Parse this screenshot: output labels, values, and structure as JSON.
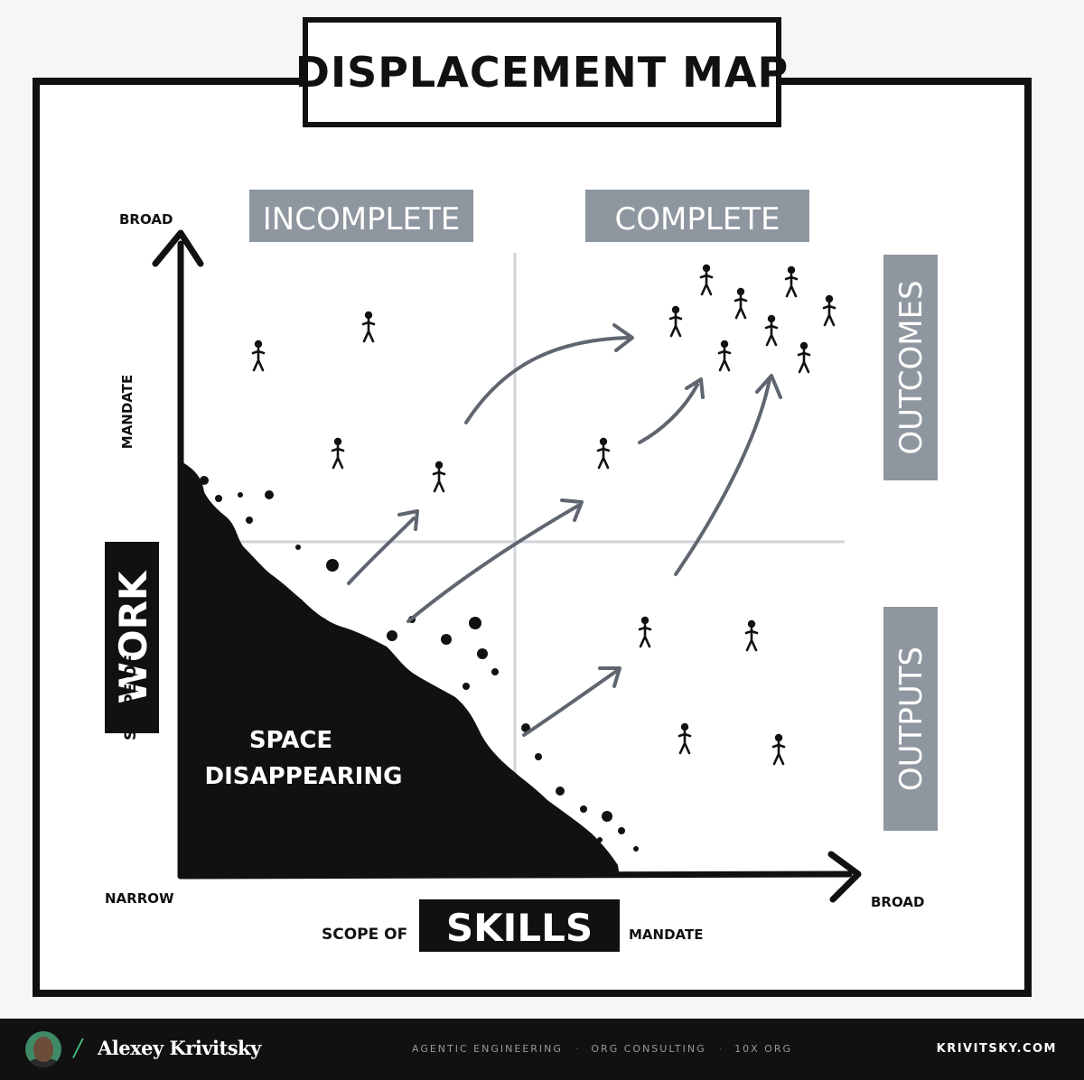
{
  "diagram": {
    "title": "DISPLACEMENT MAP",
    "y_axis": {
      "top_label": "BROAD",
      "prefix": "SCOPE OF",
      "word": "WORK",
      "suffix": "MANDATE"
    },
    "x_axis": {
      "origin_label": "NARROW",
      "end_label": "BROAD",
      "prefix": "SCOPE OF",
      "word": "SKILLS",
      "suffix": "MANDATE"
    },
    "column_labels": [
      "INCOMPLETE",
      "COMPLETE"
    ],
    "row_labels": [
      "OUTCOMES",
      "OUTPUTS"
    ],
    "region_label": [
      "SPACE",
      "DISAPPEARING"
    ],
    "colors": {
      "ink": "#111111",
      "label_box": "#8e969f",
      "divider": "#cfd3d8",
      "arrow": "#5f6670"
    },
    "icons": [
      "stick-figure-icon",
      "curved-arrow-icon"
    ]
  },
  "footer": {
    "author": "Alexey Krivitsky",
    "tags": [
      "AGENTIC ENGINEERING",
      "ORG CONSULTING",
      "10X ORG"
    ],
    "separator": "·",
    "site": "KRIVITSKY.COM"
  }
}
